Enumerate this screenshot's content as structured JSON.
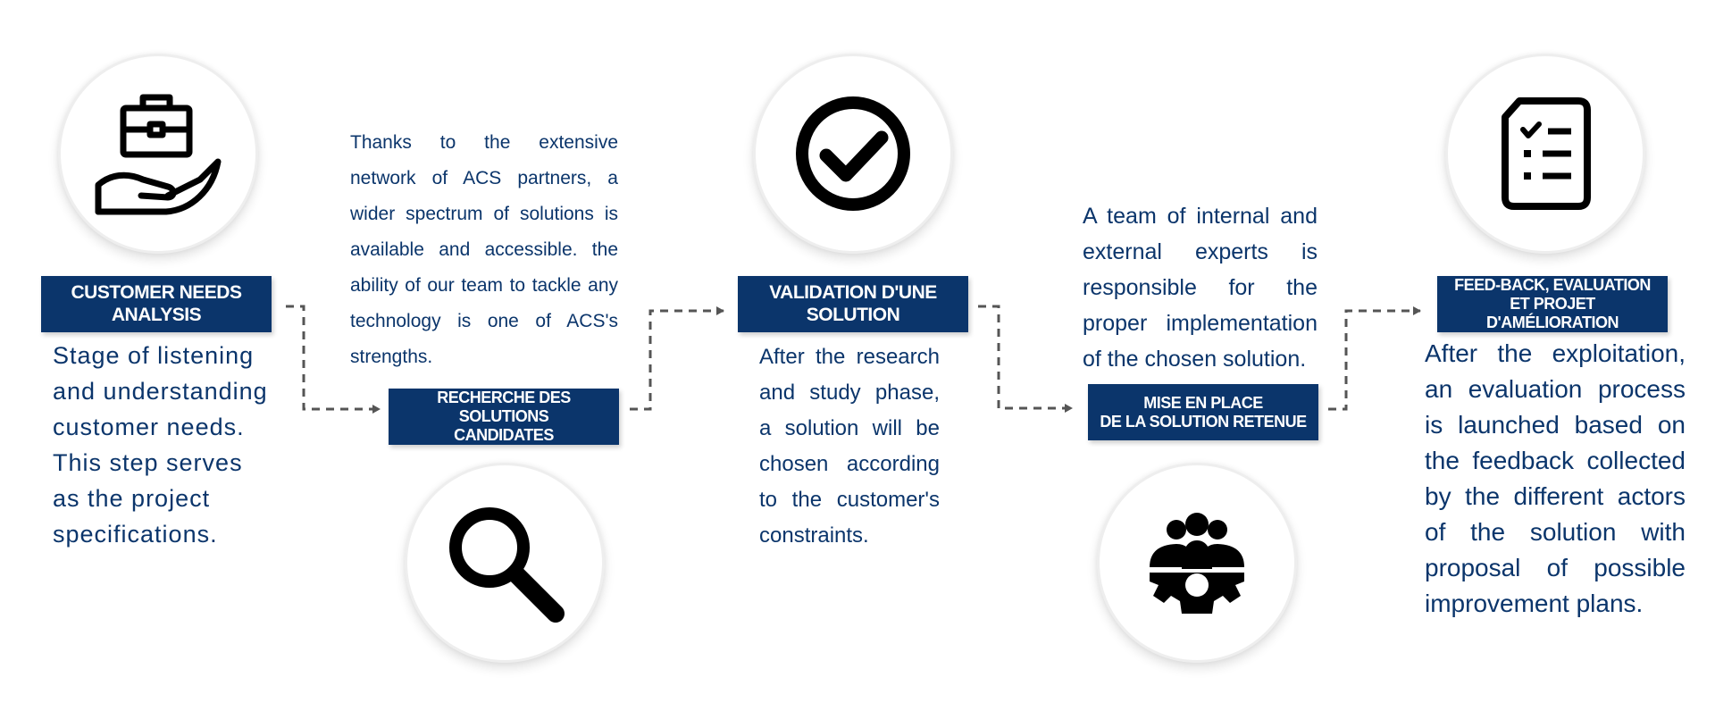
{
  "steps": [
    {
      "title": "CUSTOMER NEEDS ANALYSIS",
      "description": "Stage of listening and understanding customer needs. This step serves as the project specifications.",
      "icon": "hand-briefcase-icon"
    },
    {
      "title": "RECHERCHE DES SOLUTIONS\nCANDIDATES",
      "description": "Thanks to the extensive network of ACS partners, a wider spectrum of solutions is available and accessible. the ability of our team to tackle any technology is one of ACS's strengths.",
      "icon": "magnifier-icon"
    },
    {
      "title": "VALIDATION D'UNE SOLUTION",
      "description": "After the research and study phase, a solution will be chosen according to the customer's constraints.",
      "icon": "check-circle-icon"
    },
    {
      "title": "MISE EN PLACE\nDE LA SOLUTION RETENUE",
      "description": "A team of internal and external experts is responsible for the proper implementation of the chosen solution.",
      "icon": "team-gear-icon"
    },
    {
      "title": "FEED-BACK, EVALUATION\nET PROJET D'AMÉLIORATION",
      "description": "After the exploitation, an evaluation process is launched based on the feedback collected by the different actors of the solution with proposal of possible improvement plans.",
      "icon": "checklist-icon"
    }
  ],
  "colors": {
    "primary": "#0b356b",
    "connector": "#555555",
    "icon": "#000000"
  }
}
